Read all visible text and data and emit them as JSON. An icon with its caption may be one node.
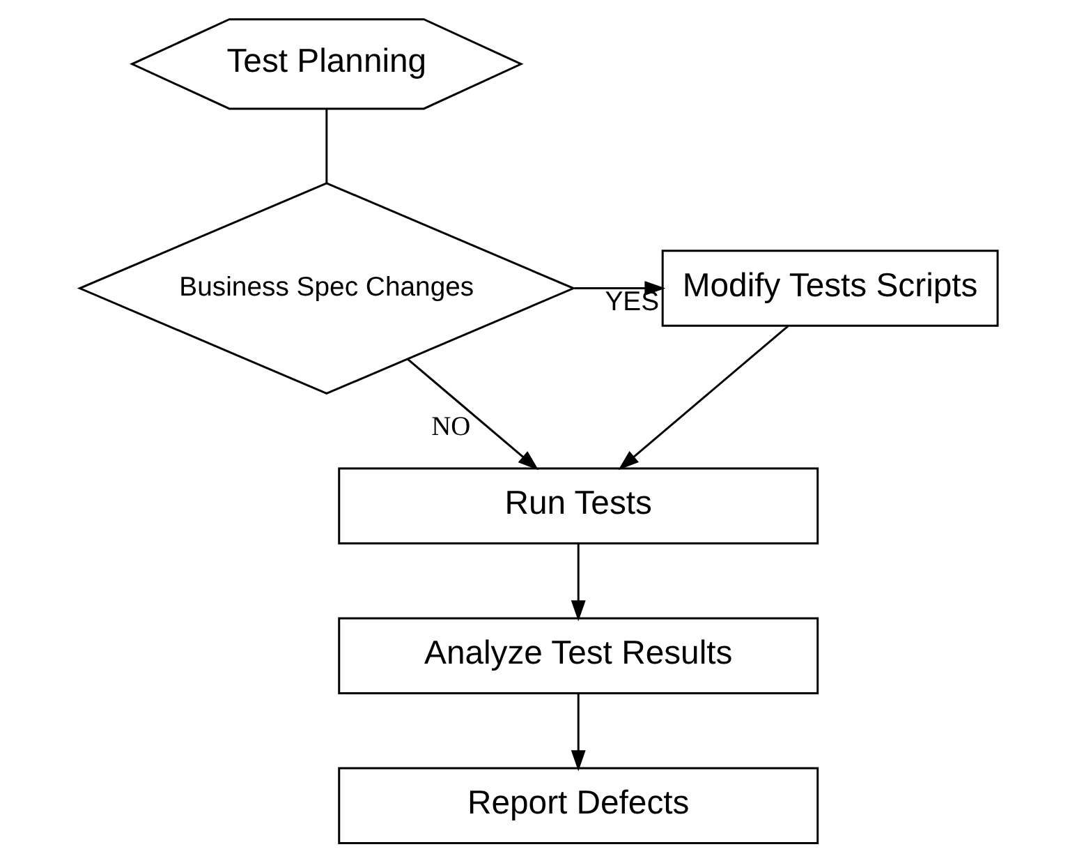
{
  "diagram": {
    "nodes": [
      {
        "text": [
          "Test Planning"
        ]
      },
      {
        "text": [
          "Business Spec Changes"
        ]
      },
      {
        "text": [
          "Modify Tests Scripts"
        ]
      },
      {
        "text": [
          "Run Tests"
        ]
      },
      {
        "text": [
          "Analyze Test Results"
        ]
      },
      {
        "text": [
          "Report Defects"
        ]
      }
    ],
    "edges": [
      {
        "from": 0,
        "to": 1,
        "arrow": "none"
      },
      {
        "from": 1,
        "to": 2,
        "arrow": "to",
        "label": "YES"
      },
      {
        "from": 1,
        "to": 3,
        "arrow": "to",
        "label": "NO"
      },
      {
        "from": 2,
        "to": 3,
        "arrow": "to"
      },
      {
        "from": 3,
        "to": 4,
        "arrow": "to"
      },
      {
        "from": 4,
        "to": 5,
        "arrow": "to"
      }
    ]
  }
}
